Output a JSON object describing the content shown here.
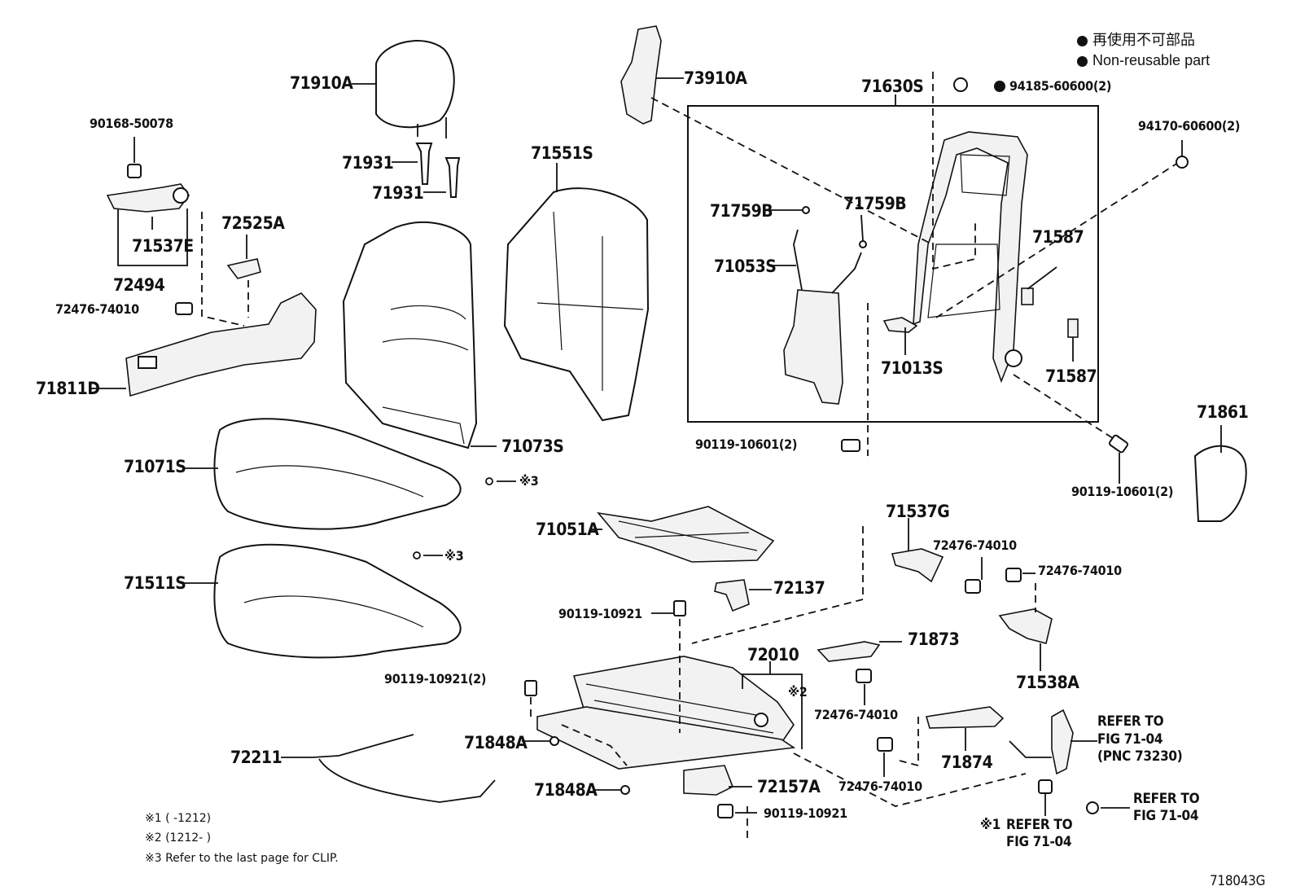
{
  "legend": {
    "line1": "再使用不可部品",
    "line2": "Non-reusable part"
  },
  "parts": {
    "p71910A": "71910A",
    "p73910A": "73910A",
    "p71630S": "71630S",
    "p94185": "94185-60600(2)",
    "p94170": "94170-60600(2)",
    "p90168": "90168-50078",
    "p71931a": "71931",
    "p71931b": "71931",
    "p71551S": "71551S",
    "p71759B_l": "71759B",
    "p71759B_r": "71759B",
    "p71537E": "71537E",
    "p72525A": "72525A",
    "p71053S": "71053S",
    "p71587a": "71587",
    "p72494": "72494",
    "p72476_a": "72476-74010",
    "p71013S": "71013S",
    "p71587b": "71587",
    "p71811D": "71811D",
    "p71073S": "71073S",
    "p71861": "71861",
    "p90119_10601_l": "90119-10601(2)",
    "p90119_10601_r": "90119-10601(2)",
    "p71071S": "71071S",
    "clip3a": "※3",
    "p71051A": "71051A",
    "p71537G": "71537G",
    "p72476_b": "72476-74010",
    "clip3b": "※3",
    "p72476_c": "72476-74010",
    "p71511S": "71511S",
    "p72137": "72137",
    "p90119_10921_a": "90119-10921",
    "p71538A": "71538A",
    "p71873": "71873",
    "p72010": "72010",
    "p90119_10921_b": "90119-10921(2)",
    "note2_mark": "※2",
    "p72476_d": "72476-74010",
    "refer_to_1": "REFER TO",
    "fig_1": "FIG 71-04",
    "pnc_1": "(PNC 73230)",
    "p71848A_a": "71848A",
    "p71874": "71874",
    "p72211": "72211",
    "p71848A_b": "71848A",
    "p72157A": "72157A",
    "p72476_e": "72476-74010",
    "refer_to_2": "REFER TO",
    "fig_2": "FIG 71-04",
    "p90119_10921_c": "90119-10921",
    "refer_mark_3": "※1",
    "refer_to_3": "REFER TO",
    "fig_3": "FIG 71-04"
  },
  "notes": {
    "n1": "※1 (      -1212)",
    "n2": "※2 (1212-      )",
    "n3": "※3  Refer to the last page for CLIP."
  },
  "figure_id": "718043G"
}
